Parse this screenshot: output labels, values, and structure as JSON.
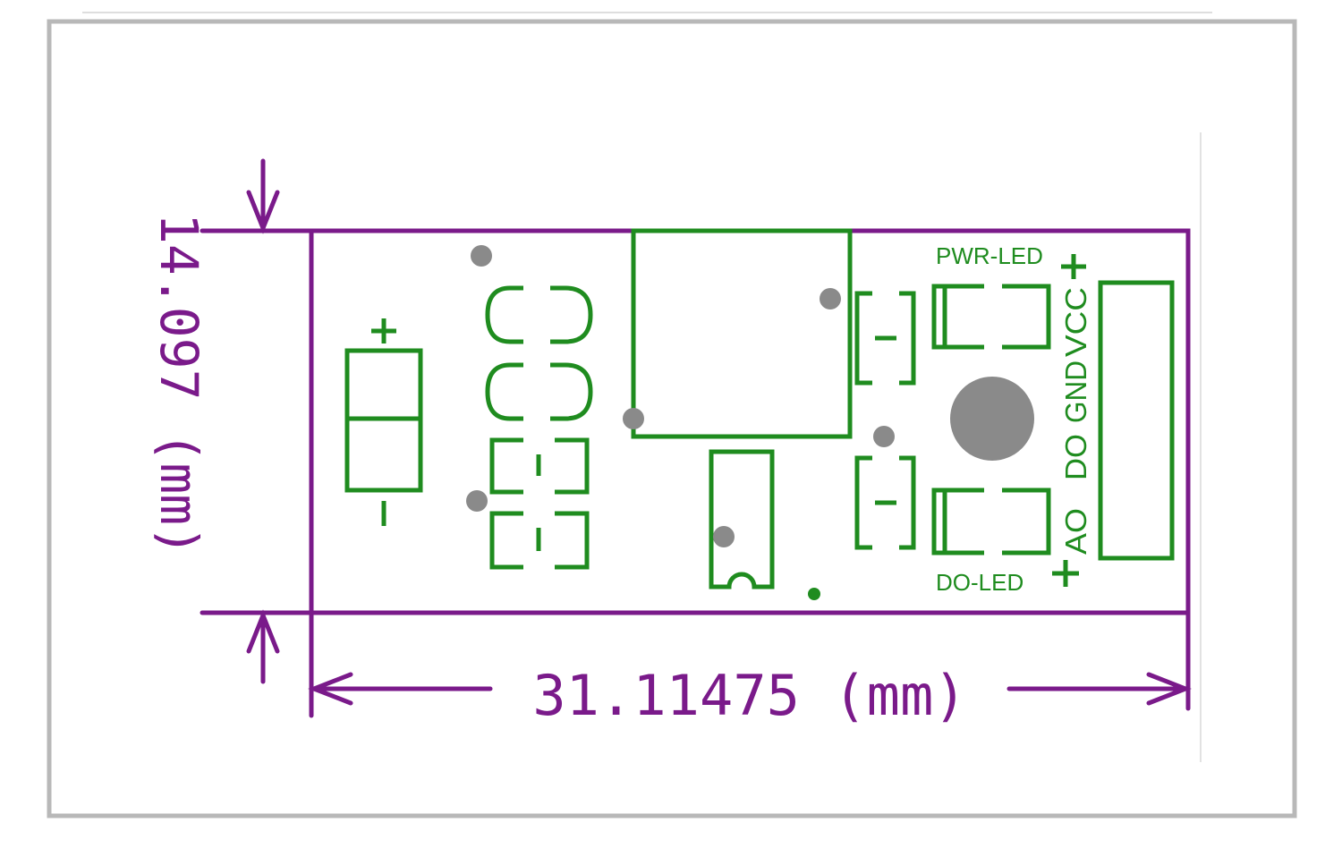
{
  "diagram": {
    "height_dimension": "14.097 (mm)",
    "width_dimension": "31.11475 (mm)",
    "pwr_led_label": "PWR-LED",
    "do_led_label": "DO-LED",
    "pin_labels": [
      "VCC",
      "GND",
      "DO",
      "AO"
    ],
    "plus_sign": "+",
    "minus_sign": "-",
    "colors": {
      "dimension": "#7a1a8a",
      "silkscreen": "#1f8c1f",
      "hole": "#8a8a8a",
      "frame": "#b8b8b8"
    }
  }
}
